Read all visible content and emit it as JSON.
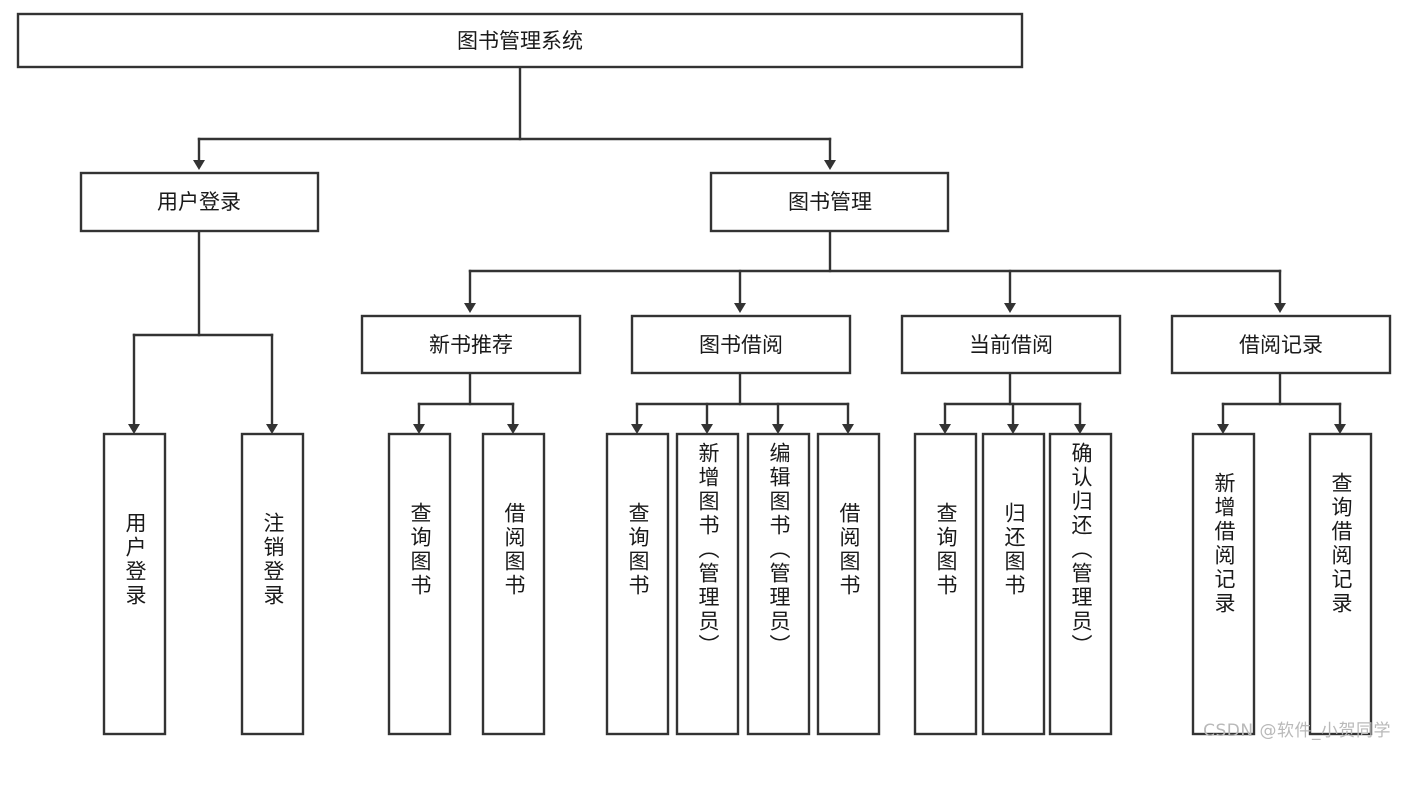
{
  "diagram": {
    "title": "图书管理系统",
    "type": "hierarchy-tree",
    "root": {
      "id": "root",
      "label": "图书管理系统",
      "level": 1
    },
    "level2": [
      {
        "id": "user-login",
        "label": "用户登录"
      },
      {
        "id": "book-manage",
        "label": "图书管理"
      }
    ],
    "level3": [
      {
        "id": "new-book-recommend",
        "label": "新书推荐",
        "parent": "book-manage"
      },
      {
        "id": "book-borrow",
        "label": "图书借阅",
        "parent": "book-manage"
      },
      {
        "id": "current-borrow",
        "label": "当前借阅",
        "parent": "book-manage"
      },
      {
        "id": "borrow-record",
        "label": "借阅记录",
        "parent": "book-manage"
      }
    ],
    "leaves": [
      {
        "id": "leaf-user-login",
        "label": "用户登录",
        "parent": "user-login"
      },
      {
        "id": "leaf-user-logout",
        "label": "注销登录",
        "parent": "user-login"
      },
      {
        "id": "leaf-query-book-1",
        "label": "查询图书",
        "parent": "new-book-recommend"
      },
      {
        "id": "leaf-borrow-book-1",
        "label": "借阅图书",
        "parent": "new-book-recommend"
      },
      {
        "id": "leaf-query-book-2",
        "label": "查询图书",
        "parent": "book-borrow"
      },
      {
        "id": "leaf-add-book",
        "label": "新增图书（管理员）",
        "parent": "book-borrow"
      },
      {
        "id": "leaf-edit-book",
        "label": "编辑图书（管理员）",
        "parent": "book-borrow"
      },
      {
        "id": "leaf-borrow-book-2",
        "label": "借阅图书",
        "parent": "book-borrow"
      },
      {
        "id": "leaf-query-book-3",
        "label": "查询图书",
        "parent": "current-borrow"
      },
      {
        "id": "leaf-return-book",
        "label": "归还图书",
        "parent": "current-borrow"
      },
      {
        "id": "leaf-confirm-return",
        "label": "确认归还（管理员）",
        "parent": "current-borrow"
      },
      {
        "id": "leaf-add-record",
        "label": "新增借阅记录",
        "parent": "borrow-record"
      },
      {
        "id": "leaf-query-record",
        "label": "查询借阅记录",
        "parent": "borrow-record"
      }
    ],
    "colors": {
      "stroke": "#333333",
      "box_fill": "#ffffff",
      "text": "#1a1a1a",
      "background": "#ffffff",
      "watermark": "#b9b9b9"
    }
  },
  "watermark": {
    "text": "CSDN @软件_小贺同学"
  }
}
